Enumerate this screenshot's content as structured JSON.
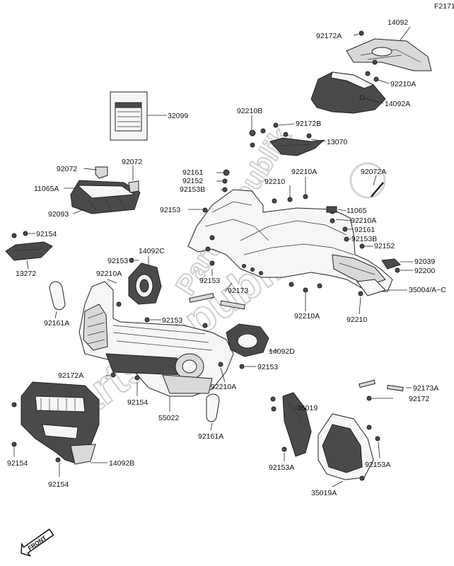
{
  "figure_code": "F2171",
  "watermark": "PartsRepublik",
  "front_label": "FRONT",
  "labels": {
    "p14092_top": "14092",
    "p92172A_top": "92172A",
    "p92210A_tr": "92210A",
    "p14092A": "14092A",
    "p32099": "32099",
    "p92210B": "92210B",
    "p92172B": "92172B",
    "p13070": "13070",
    "p92072_l": "92072",
    "p92072_r": "92072",
    "p11065A": "11065A",
    "p92093": "92093",
    "p92161_c": "92161",
    "p92152_c": "92152",
    "p92153B_c": "92153B",
    "p92210_c": "92210",
    "p92210A_c": "92210A",
    "p92072A": "92072A",
    "p92153_c": "92153",
    "p11065": "11065",
    "p92210A_r": "92210A",
    "p92161_r": "92161",
    "p92153B_r": "92153B",
    "p92152_r": "92152",
    "p92154_l": "92154",
    "p13272": "13272",
    "p92153_ml": "92153",
    "p14092C": "14092C",
    "p92210A_ml": "92210A",
    "p92039": "92039",
    "p92200": "92200",
    "p92153_m": "92153",
    "p92173": "92173",
    "p35004": "35004/A~C",
    "p92161A_l": "92161A",
    "p92153_mm": "92153",
    "p92210A_cb": "92210A",
    "p92210_r": "92210",
    "p14092D": "14092D",
    "p92153_d": "92153",
    "p92172A_b": "92172A",
    "p92154_m": "92154",
    "p55022": "55022",
    "p92210A_b": "92210A",
    "p92161A_b": "92161A",
    "p92173A": "92173A",
    "p92172_b": "92172",
    "p35019": "35019",
    "p92154_bl": "92154",
    "p14092B": "14092B",
    "p92154_bl2": "92154",
    "p92153A_l": "92153A",
    "p92153A_r": "92153A",
    "p35019A": "35019A"
  }
}
